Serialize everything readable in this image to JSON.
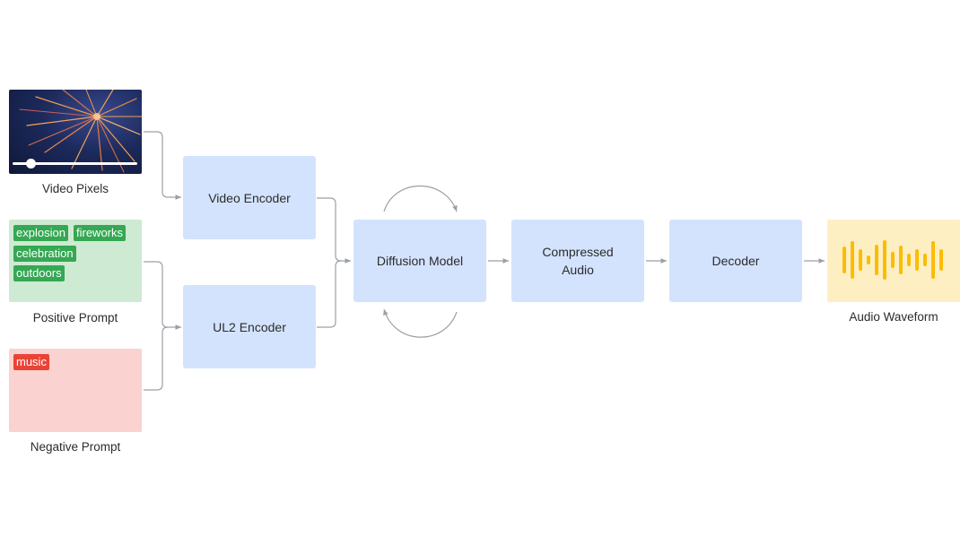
{
  "inputs": {
    "video": {
      "caption": "Video Pixels"
    },
    "positive_prompt": {
      "caption": "Positive Prompt",
      "tags": [
        "explosion",
        "fireworks",
        "celebration",
        "outdoors"
      ]
    },
    "negative_prompt": {
      "caption": "Negative Prompt",
      "tags": [
        "music"
      ]
    }
  },
  "blocks": {
    "video_encoder": "Video Encoder",
    "ul2_encoder": "UL2 Encoder",
    "diffusion_model": "Diffusion Model",
    "compressed_audio": "Compressed\nAudio",
    "decoder": "Decoder"
  },
  "output": {
    "caption": "Audio Waveform"
  },
  "colors": {
    "block": "#d3e3fd",
    "positive_bg": "#cfead2",
    "positive_tag": "#34a853",
    "negative_bg": "#fad2cf",
    "negative_tag": "#ea4335",
    "output_bg": "#feefc3",
    "waveform": "#fbbc04",
    "connector": "#9aa0a6"
  },
  "icons": [
    "video-thumbnail",
    "audio-waveform-icon"
  ]
}
